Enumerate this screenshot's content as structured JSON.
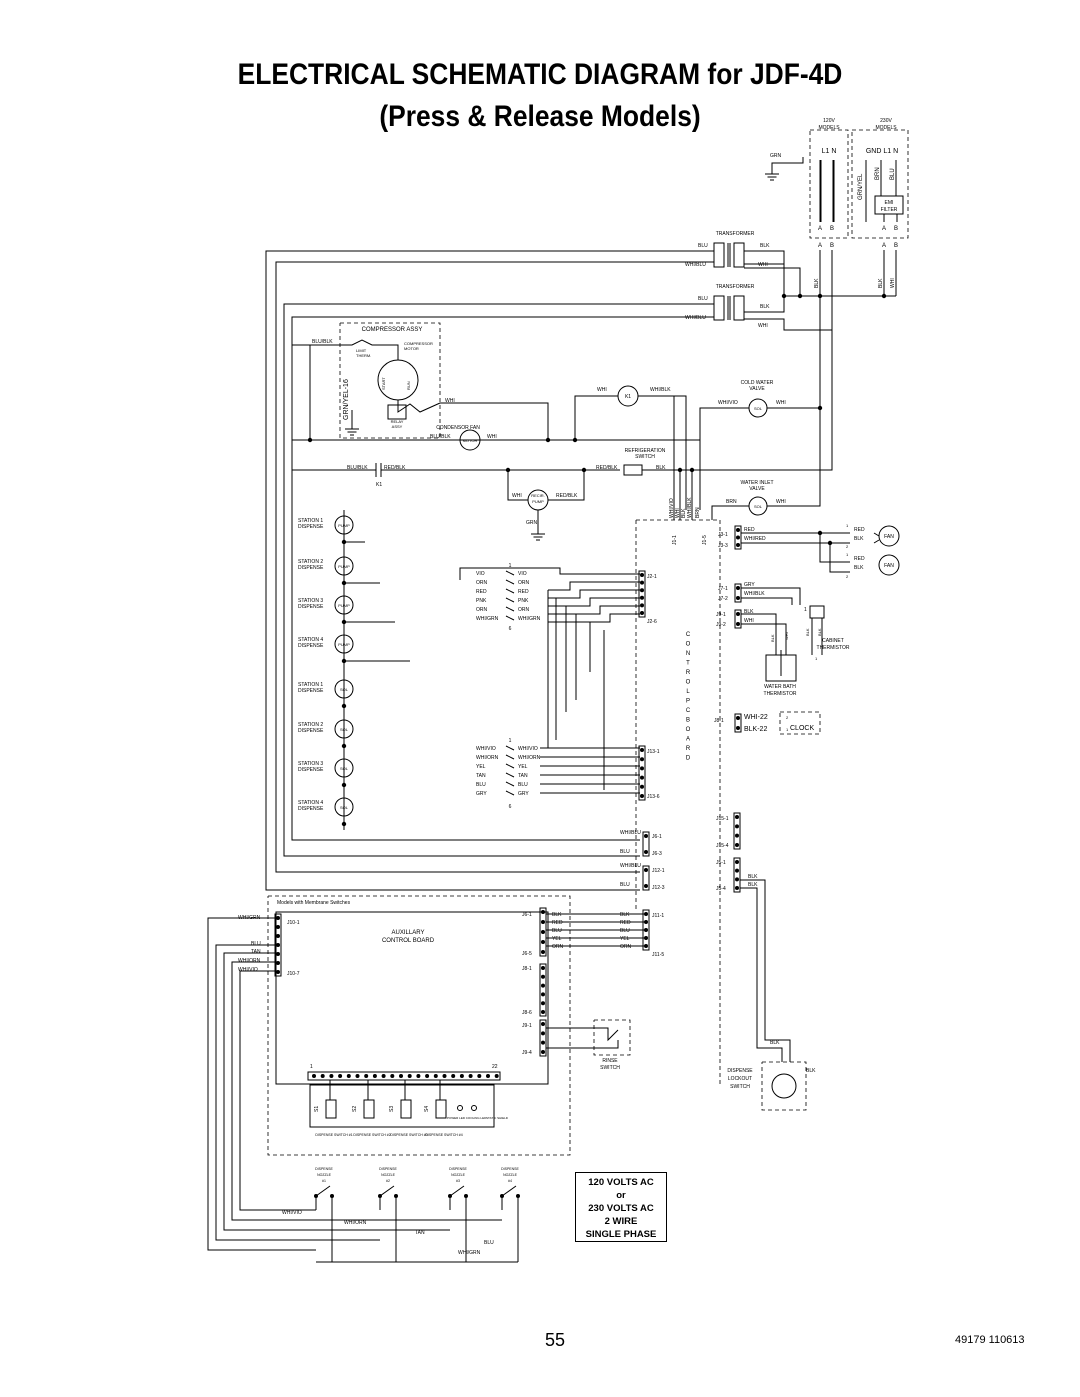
{
  "title": {
    "line1": "ELECTRICAL SCHEMATIC DIAGRAM for JDF-4D",
    "line2": "(Press & Release Models)"
  },
  "page_number": "55",
  "doc_code": "49179  110613",
  "voltage_box": [
    "120 VOLTS AC",
    "or",
    "230 VOLTS AC",
    "2 WIRE",
    "SINGLE PHASE"
  ],
  "power": {
    "models_120": [
      "120V",
      "MODELS"
    ],
    "models_230": [
      "230V",
      "MODELS"
    ],
    "l1n_120": "L1  N",
    "l1n_230": "GND  L1  N",
    "grn": "GRN",
    "grn_yel": "GRN/YEL",
    "brn": "BRN",
    "blu": "BLU",
    "emi": [
      "EMI",
      "FILTER"
    ],
    "a": "A",
    "b": "B",
    "blk": "BLK",
    "whi": "WHI"
  },
  "transformers": {
    "label": "TRANSFORMER",
    "blu": "BLU",
    "whi_blu": "WHI/BLU",
    "blk": "BLK",
    "whi": "WHI"
  },
  "compressor": {
    "assy": "COMPRESSOR ASSY",
    "blu_blk": "BLU/BLK",
    "limit_therm": [
      "LIMIT",
      "THERM."
    ],
    "comp_motor": [
      "COMPRESSOR",
      "MOTOR"
    ],
    "start": "START",
    "run": "RUN",
    "grn_yel_16": "GRN/YEL-16",
    "whi": "WHI",
    "relay_assy": [
      "RELAY",
      "ASSY"
    ]
  },
  "relay": {
    "whi": "WHI",
    "k1": "K1",
    "whi_blk": "WHI/BLK"
  },
  "cold_water": {
    "label": [
      "COLD WATER",
      "VALVE"
    ],
    "whi_vio": "WHI/VIO",
    "sol": "SOL",
    "whi": "WHI"
  },
  "condenser": {
    "label": "CONDENSOR FAN",
    "blu_blk": "BLU/BLK",
    "motor": "MOTOR",
    "whi": "WHI"
  },
  "refrig": {
    "label": [
      "REFRIGERATION",
      "SWITCH"
    ],
    "red_blk": "RED/BLK",
    "blk": "BLK"
  },
  "k1_line": {
    "blu_blk": "BLU/BLK",
    "red_blk": "RED/BLK",
    "k1": "K1"
  },
  "recirc": {
    "whi": "WHI",
    "pump": [
      "RECIR.",
      "PUMP"
    ],
    "red_blk": "RED/BLK",
    "grn": "GRN"
  },
  "water_inlet": {
    "label": [
      "WATER INLET",
      "VALVE"
    ],
    "brn": "BRN",
    "sol": "SOL",
    "whi": "WHI"
  },
  "vert_wires": [
    "WHI/VIO",
    "WHI",
    "BLK",
    "WHI/BLK",
    "BRN"
  ],
  "j1": [
    "J1-1",
    "J1-5"
  ],
  "stations_pump": [
    [
      "STATION 1",
      "DISPENSE"
    ],
    [
      "STATION 2",
      "DISPENSE"
    ],
    [
      "STATION 3",
      "DISPENSE"
    ],
    [
      "STATION 4",
      "DISPENSE"
    ]
  ],
  "pump": "PUMP",
  "sol": "SOL",
  "j2": {
    "pin1": "1",
    "pin6": "6",
    "left": [
      "VIO",
      "ORN",
      "RED",
      "PNK",
      "ORN",
      "WHI/GRN"
    ],
    "right": [
      "VIO",
      "ORN",
      "RED",
      "PNK",
      "ORN",
      "WHI/GRN"
    ],
    "start": "J2-1",
    "end": "J2-6"
  },
  "j13": {
    "pin1": "1",
    "pin6": "6",
    "left": [
      "WHI/VIO",
      "WHI/ORN",
      "YEL",
      "TAN",
      "BLU",
      "GRY"
    ],
    "right": [
      "WHI/VIO",
      "WHI/ORN",
      "YEL",
      "TAN",
      "BLU",
      "GRY"
    ],
    "start": "J13-1",
    "end": "J13-6"
  },
  "control_pc_board": [
    "C",
    "O",
    "N",
    "T",
    "R",
    "O",
    "L",
    "P",
    "C",
    "B",
    "O",
    "A",
    "R",
    "D"
  ],
  "fans": {
    "j3": [
      "J3-1",
      "J3-3"
    ],
    "wires": [
      "RED",
      "WHI/RED"
    ],
    "fan1": [
      "RED",
      "BLK"
    ],
    "fan2": [
      "RED",
      "BLK"
    ],
    "fan": "FAN",
    "pin1": "1",
    "pin2": "2"
  },
  "cabinet": {
    "j7": [
      "J7-1",
      "J7-2"
    ],
    "j7_wires": [
      "GRY",
      "WHI/BLK"
    ],
    "j9": [
      "J9-1",
      "J9-2"
    ],
    "j9_wires": [
      "BLK",
      "WHI"
    ],
    "label": [
      "CABINET",
      "THERMISTOR"
    ],
    "vert": [
      "BLK",
      "WHI",
      "BLK",
      "BLK"
    ],
    "pin1": "1",
    "water_bath": [
      "WATER BATH",
      "THERMISTOR"
    ]
  },
  "clock": {
    "j8": "J8-1",
    "whi": "WHI-22",
    "blk": "BLK-22",
    "label": "CLOCK",
    "pins": [
      "2",
      "1"
    ]
  },
  "j6": {
    "wires": [
      "WHI/BLU",
      "BLU"
    ],
    "pins": [
      "J6-1",
      "J6-3"
    ]
  },
  "j12": {
    "wires": [
      "WHI/BLU",
      "BLU"
    ],
    "pins": [
      "J12-1",
      "J12-3"
    ]
  },
  "j15": [
    "J15-1",
    "J15-4"
  ],
  "j5": {
    "pins": [
      "J5-1",
      "J5-4"
    ],
    "wires": [
      "BLK",
      "BLK"
    ]
  },
  "aux": {
    "membrane": "Models with Membrane Switches",
    "label": [
      "AUXILLARY",
      "CONTROL BOARD"
    ],
    "j10": [
      "J10-1",
      "J10-7"
    ],
    "j10_wires": [
      "WHI/GRN",
      "BLU",
      "TAN",
      "WHI/ORN",
      "WHI/VIO"
    ],
    "j6": [
      "J6-1",
      "J6-5"
    ],
    "j8": [
      "J8-1",
      "J8-6"
    ],
    "j9": [
      "J9-1",
      "J9-4"
    ],
    "wires": [
      "BLK",
      "RED",
      "BLU",
      "YEL",
      "ORN"
    ],
    "j11": [
      "J11-1",
      "J11-5"
    ],
    "pin_1": "1",
    "pin_22": "22"
  },
  "rinse": [
    "RINSE",
    "SWITCH"
  ],
  "lockout": {
    "label": [
      "DISPENSE",
      "LOCKOUT",
      "SWITCH"
    ],
    "blk": "BLK"
  },
  "membrane_sw": {
    "labels": [
      "DISPENSE SWITCH #1",
      "DISPENSE SWITCH #2",
      "DISPENSE SWITCH #3",
      "DISPENSE SWITCH #4"
    ],
    "led": [
      "POWER LED",
      "COOLING LED",
      "STATIC SHIELD"
    ],
    "tags": [
      "S1",
      "S2",
      "S3",
      "S4"
    ]
  },
  "nozzles": {
    "labels": [
      [
        "DISPENSE",
        "NOZZLE",
        "#1"
      ],
      [
        "DISPENSE",
        "NOZZLE",
        "#2"
      ],
      [
        "DISPENSE",
        "NOZZLE",
        "#3"
      ],
      [
        "DISPENSE",
        "NOZZLE",
        "#4"
      ]
    ],
    "wires": [
      "WHI/VIO",
      "WHI/ORN",
      "TAN",
      "BLU",
      "WHI/GRN"
    ]
  }
}
